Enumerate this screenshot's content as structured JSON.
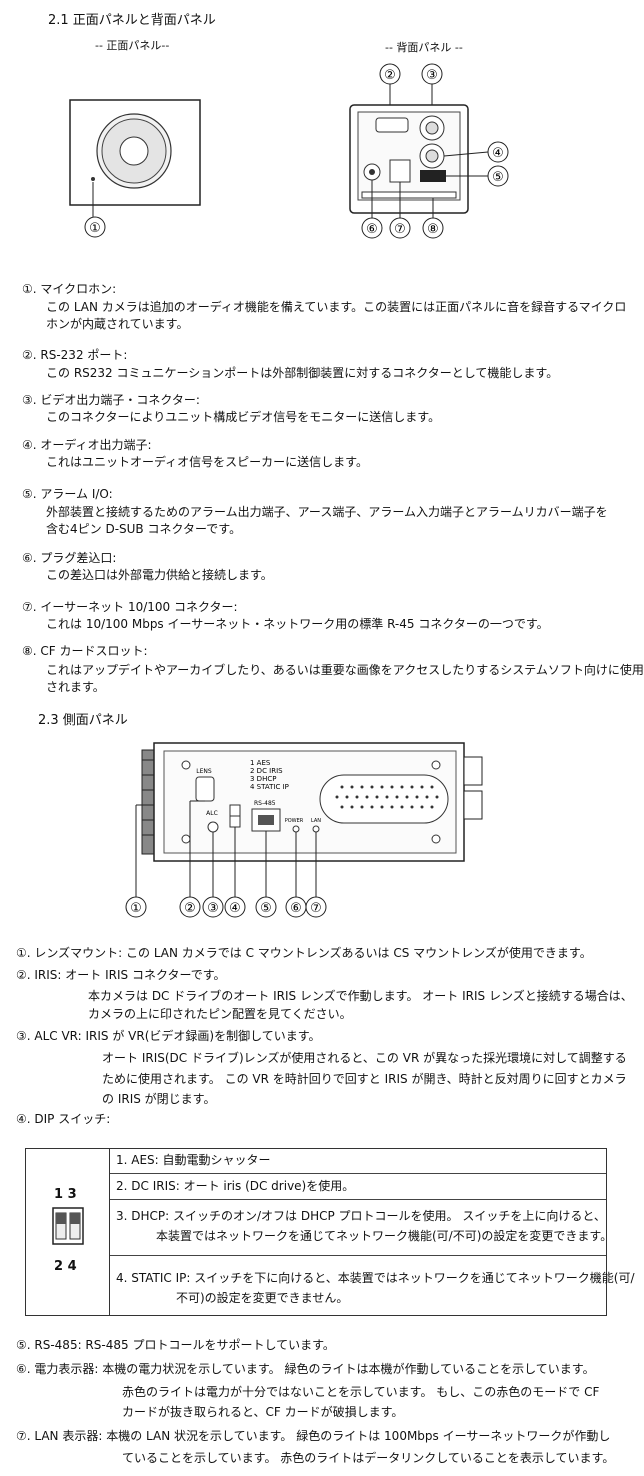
{
  "section21": {
    "title": "2.1 正面パネルと背面パネル",
    "front_label": "-- 正面パネル--",
    "rear_label": "-- 背面パネル --",
    "callouts": [
      "①",
      "②",
      "③",
      "④",
      "⑤",
      "⑥",
      "⑦",
      "⑧"
    ]
  },
  "items21": [
    {
      "head": "①. マイクロホン:",
      "lines": [
        "この LAN カメラは追加のオーディオ機能を備えています。この装置には正面パネルに音を録音するマイクロ",
        "ホンが内蔵されています。"
      ]
    },
    {
      "head": "②. RS-232 ポート:",
      "lines": [
        "この RS232 コミュニケーションポートは外部制御装置に対するコネクターとして機能します。"
      ]
    },
    {
      "head": "③. ビデオ出力端子・コネクター:",
      "lines": [
        "このコネクターによりユニット構成ビデオ信号をモニターに送信します。"
      ]
    },
    {
      "head": "④. オーディオ出力端子:",
      "lines": [
        "これはユニットオーディオ信号をスピーカーに送信します。"
      ]
    },
    {
      "head": "⑤. アラーム I/O:",
      "lines": [
        "外部装置と接続するためのアラーム出力端子、アース端子、アラーム入力端子とアラームリカバー端子を",
        "含む4ピン D-SUB コネクターです。"
      ]
    },
    {
      "head": "⑥. プラグ差込口:",
      "lines": [
        "この差込口は外部電力供給と接続します。"
      ]
    },
    {
      "head": "⑦. イーサーネット 10/100 コネクター:",
      "lines": [
        "これは 10/100 Mbps イーサーネット・ネットワーク用の標準 R-45 コネクターの一つです。"
      ]
    },
    {
      "head": "⑧. CF カードスロット:",
      "lines": [
        "これはアップデイトやアーカイブしたり、あるいは重要な画像をアクセスしたりするシステムソフト向けに使用",
        "されます。"
      ]
    }
  ],
  "section23": {
    "title": "2.3 側面パネル",
    "callouts": [
      "①",
      "②",
      "③",
      "④",
      "⑤",
      "⑥",
      "⑦"
    ],
    "panel_labels": {
      "lens": "LENS",
      "alc": "ALC",
      "rs485": "RS-485",
      "power": "POWER",
      "lan": "LAN",
      "dip_list": [
        "1 AES",
        "2 DC IRIS",
        "3 DHCP",
        "4 STATIC IP"
      ]
    }
  },
  "items23": {
    "i1": "①. レンズマウント: この LAN カメラでは C マウントレンズあるいは CS マウントレンズが使用できます。",
    "i2_head": "②. IRIS: オート IRIS コネクターです。",
    "i2_lines": [
      "本カメラは DC ドライブのオート IRIS レンズで作動します。 オート IRIS レンズと接続する場合は、",
      "カメラの上に印されたピン配置を見てください。"
    ],
    "i3_head": "③. ALC VR: IRIS が VR(ビデオ録画)を制御しています。",
    "i3_lines": [
      "オート IRIS(DC ドライブ)レンズが使用されると、この VR が異なった採光環境に対して調整する",
      "ために使用されます。 この VR を時計回りで回すと IRIS が開き、時計と反対周りに回すとカメラ",
      "の IRIS が閉じます。"
    ],
    "i4_head": "④. DIP スイッチ:"
  },
  "dip_table": {
    "top_numbers": "1 3",
    "bottom_numbers": "2 4",
    "rows": [
      {
        "lines": [
          "1. AES: 自動電動シャッター"
        ]
      },
      {
        "lines": [
          "2. DC IRIS: オート iris (DC drive)を使用。"
        ]
      },
      {
        "lines": [
          "3. DHCP: スイッチのオン/オフは DHCP プロトコールを使用。 スイッチを上に向けると、",
          "本装置ではネットワークを通じてネットワーク機能(可/不可)の設定を変更できます。"
        ]
      },
      {
        "lines": [
          "4. STATIC IP: スイッチを下に向けると、本装置ではネットワークを通じてネットワーク機能(可/",
          "不可)の設定を変更できません。"
        ]
      }
    ]
  },
  "items23b": [
    {
      "head": "⑤. RS-485: RS-485 プロトコールをサポートしています。",
      "lines": []
    },
    {
      "head": "⑥. 電力表示器: 本機の電力状況を示しています。 緑色のライトは本機が作動していることを示しています。",
      "lines": [
        "赤色のライトは電力が十分ではないことを示しています。 もし、この赤色のモードで CF",
        "カードが抜き取られると、CF カードが破損します。"
      ]
    },
    {
      "head": "⑦. LAN 表示器: 本機の LAN 状況を示しています。 緑色のライトは 100Mbps イーサーネットワークが作動し",
      "lines": [
        "ていることを示しています。 赤色のライトはデータリンクしていることを表示しています。"
      ]
    }
  ]
}
